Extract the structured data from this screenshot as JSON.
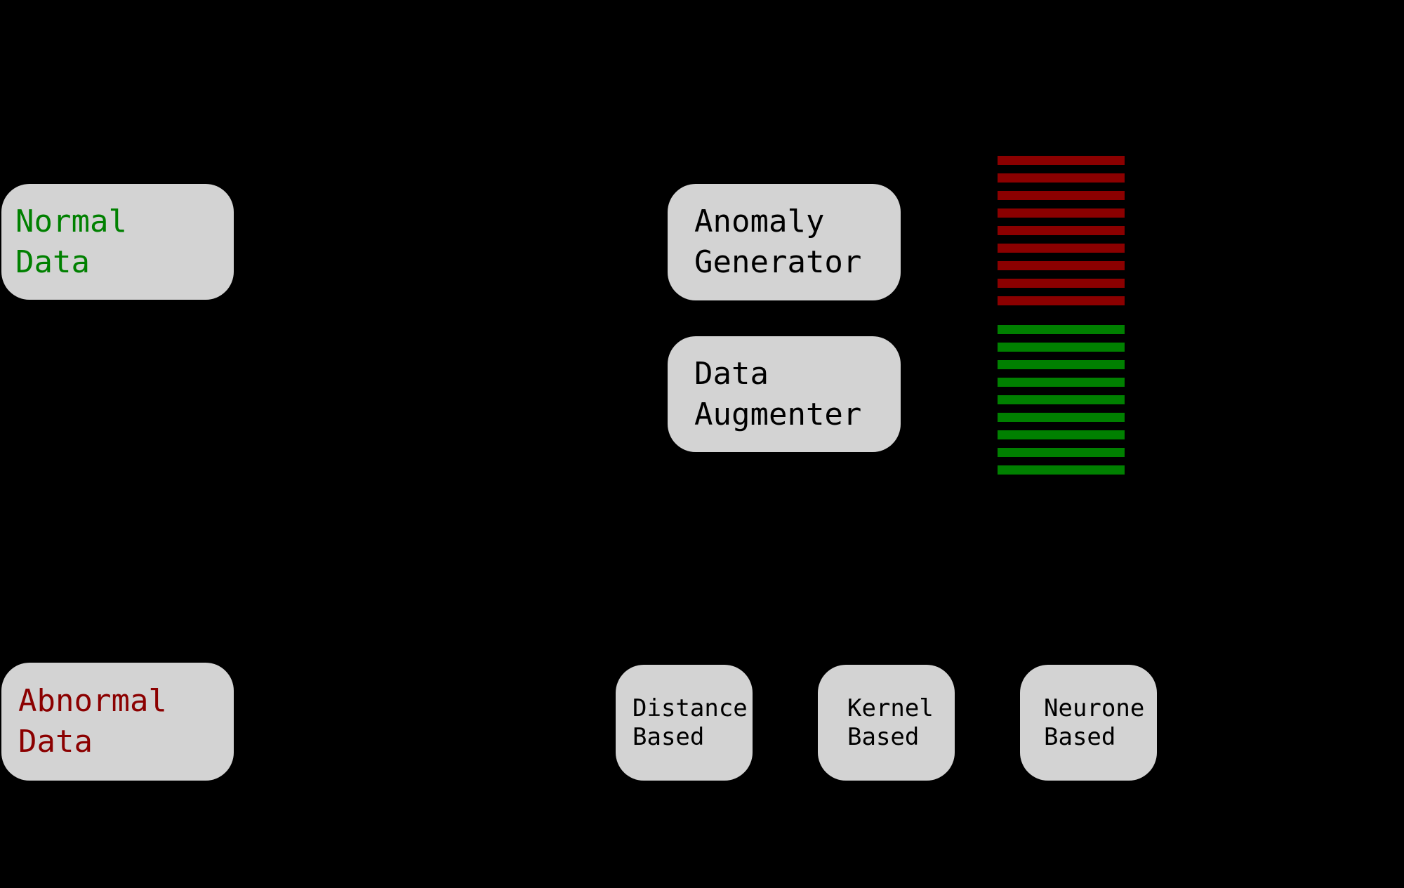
{
  "canvas": {
    "background": "#000000",
    "node_fill": "#d3d3d3"
  },
  "nodes": {
    "normal_data": {
      "label": "Normal\nData",
      "text_color": "#008000"
    },
    "abnormal_data": {
      "label": "Abnormal\nData",
      "text_color": "#8b0000"
    },
    "anomaly_generator": {
      "label": "Anomaly\nGenerator",
      "text_color": "#000000"
    },
    "data_augmenter": {
      "label": "Data\nAugmenter",
      "text_color": "#000000"
    },
    "distance_based": {
      "label": "Distance\nBased",
      "text_color": "#000000"
    },
    "kernel_based": {
      "label": "Kernel\nBased",
      "text_color": "#000000"
    },
    "neurone_based": {
      "label": "Neurone\nBased",
      "text_color": "#000000"
    }
  },
  "stripe_stacks": [
    {
      "id": "abnormal-sample-stack",
      "color": "#8b0000",
      "count": 9,
      "stripe_height": 13,
      "gap": 12
    },
    {
      "id": "normal-sample-stack",
      "color": "#008000",
      "count": 9,
      "stripe_height": 13,
      "gap": 12
    }
  ]
}
